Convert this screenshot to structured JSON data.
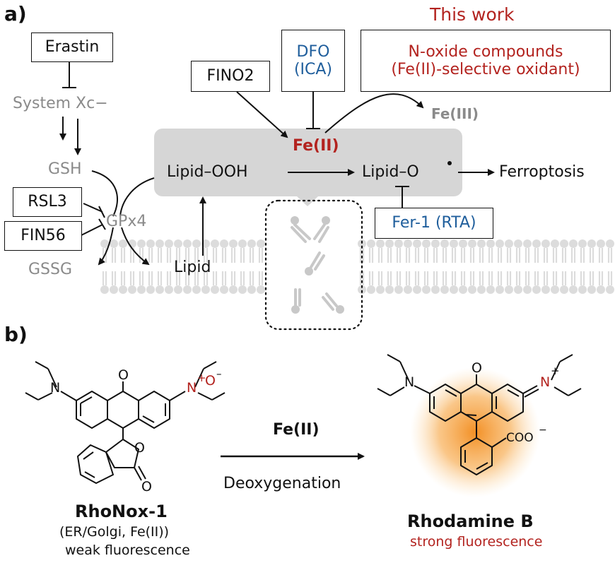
{
  "panel_a": {
    "label": "a)",
    "title": "This work",
    "erastin": "Erastin",
    "system_xc": "System Xc−",
    "gsh": "GSH",
    "rsl3": "RSL3",
    "fin56": "FIN56",
    "gpx4": "GPx4",
    "gssg": "GSSG",
    "lipid": "Lipid",
    "fino2": "FINO2",
    "dfo": "DFO",
    "ica": "(ICA)",
    "nox_line1": "N-oxide compounds",
    "nox_line2": "(Fe(II)-selective oxidant)",
    "fe3": "Fe(III)",
    "fe2": "Fe(II)",
    "lipid_ooh": "Lipid–OOH",
    "lipid_o": "Lipid–O",
    "ferroptosis": "Ferroptosis",
    "fer1": "Fer-1 (RTA)"
  },
  "panel_b": {
    "label": "b)",
    "reagent": "Fe(II)",
    "condition": "Deoxygenation",
    "probe_name": "RhoNox-1",
    "probe_desc": "(ER/Golgi, Fe(II))",
    "probe_fluor": "weak fluorescence",
    "product_name": "Rhodamine B",
    "product_fluor": "strong fluorescence",
    "atoms": {
      "n": "N",
      "o": "O",
      "n_plus": "+",
      "o_minus": "–",
      "coo": "COO",
      "coo_minus": "−"
    }
  },
  "colors": {
    "accent_red": "#b3231f",
    "accent_blue": "#1f5e9c",
    "grey_text": "#8a8a8a",
    "highlight_box": "#d6d6d6",
    "glow": "#f28a1a"
  }
}
